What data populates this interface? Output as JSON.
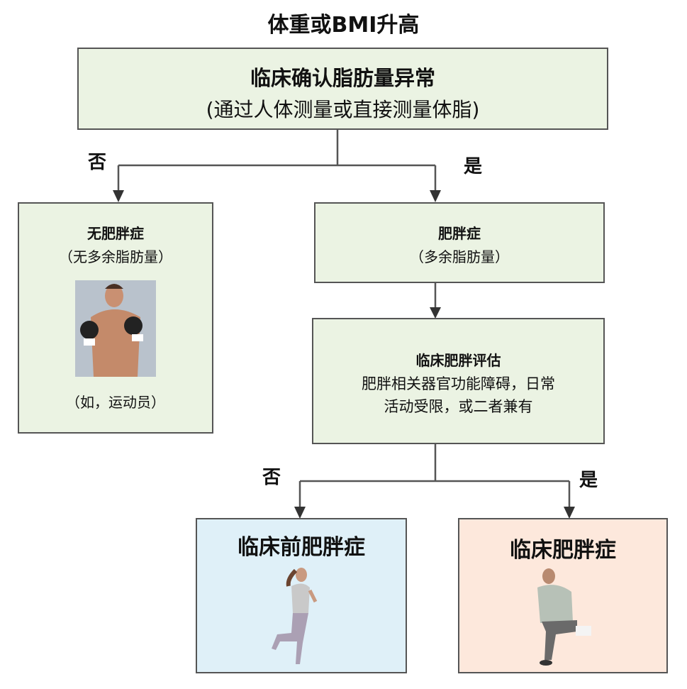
{
  "title": "体重或BMI升高",
  "top_box": {
    "heading": "临床确认脂肪量异常",
    "sub": "(通过人体测量或直接测量体脂)"
  },
  "branch1": {
    "no": "否",
    "yes": "是"
  },
  "no_obesity": {
    "heading": "无肥胖症",
    "sub": "（无多余脂肪量）",
    "example": "（如，运动员）"
  },
  "obesity": {
    "heading": "肥胖症",
    "sub": "（多余脂肪量）"
  },
  "assessment": {
    "heading": "临床肥胖评估",
    "line1": "肥胖相关器官功能障碍，日常",
    "line2": "活动受限，或二者兼有"
  },
  "branch2": {
    "no": "否",
    "yes": "是"
  },
  "preclinical": {
    "heading": "临床前肥胖症"
  },
  "clinical": {
    "heading": "临床肥胖症"
  }
}
